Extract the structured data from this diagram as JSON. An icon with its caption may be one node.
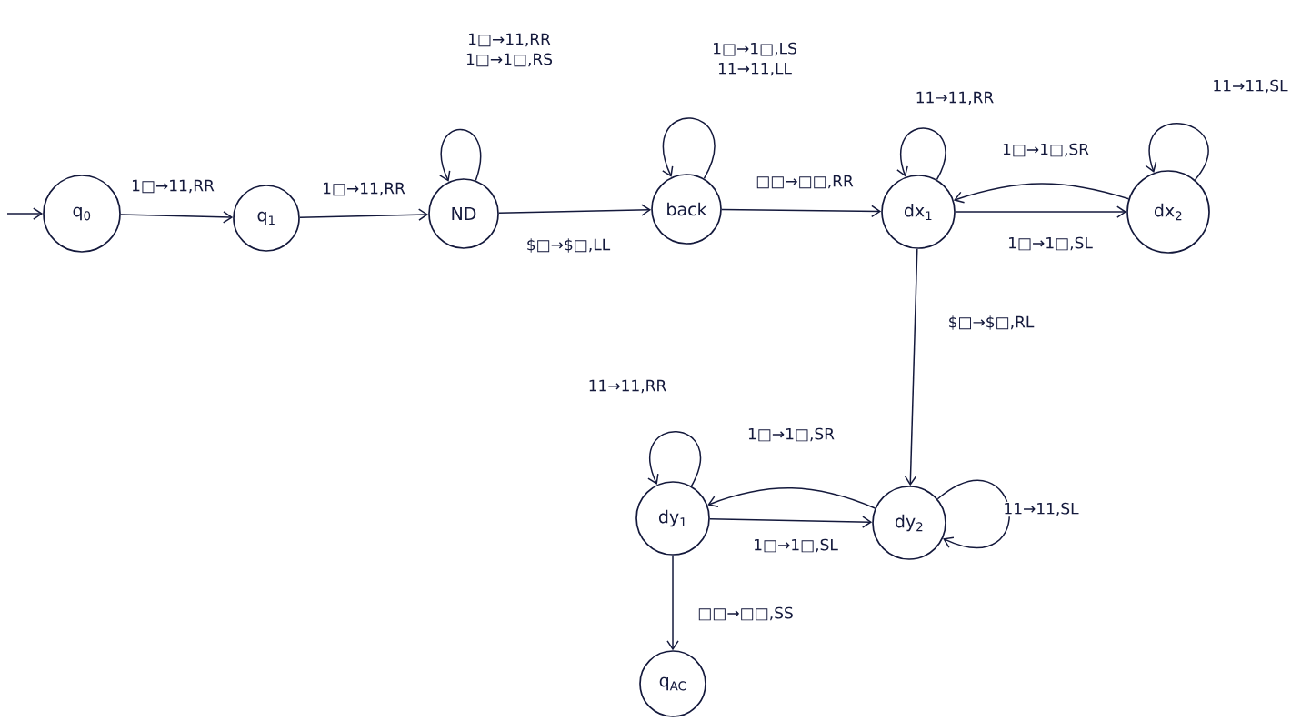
{
  "diagram": {
    "nodes": [
      {
        "text": [
          "q$_{0}$"
        ]
      },
      {
        "text": [
          "q$_{1}$"
        ]
      },
      {
        "text": [
          "ND"
        ]
      },
      {
        "text": [
          "back"
        ]
      },
      {
        "text": [
          "dx$_{1}$"
        ]
      },
      {
        "text": [
          "dx$_{2}$"
        ]
      },
      {
        "text": [
          "dy$_{1}$"
        ]
      },
      {
        "text": [
          "dy$_{2}$"
        ]
      },
      {
        "text": [
          "q$_{AC}$"
        ]
      }
    ],
    "edges": [
      {
        "from": null,
        "to": 0,
        "arrow": "to"
      },
      {
        "from": 0,
        "to": 1,
        "arrow": "to",
        "label": "1□→11,RR"
      },
      {
        "from": 1,
        "to": 2,
        "arrow": "to",
        "label": "1□→11,RR"
      },
      {
        "from": 2,
        "to": 2,
        "arrow": "to",
        "label": "1□→11,RR 1□→1□,RS"
      },
      {
        "from": 2,
        "to": 3,
        "arrow": "to",
        "label": "$□→$□,LL"
      },
      {
        "from": 3,
        "to": 3,
        "arrow": "to",
        "label": "1□→1□,LS 11→11,LL"
      },
      {
        "from": 3,
        "to": 4,
        "arrow": "to",
        "label": "□□→□□,RR"
      },
      {
        "from": 4,
        "to": 4,
        "arrow": "to",
        "label": "11→11,RR"
      },
      {
        "from": 5,
        "to": 4,
        "arrow": "to",
        "label": "1□→1□,SR"
      },
      {
        "from": 4,
        "to": 5,
        "arrow": "to",
        "label": "1□→1□,SL"
      },
      {
        "from": 5,
        "to": 5,
        "arrow": "to",
        "label": "11→11,SL"
      },
      {
        "from": 4,
        "to": 7,
        "arrow": "to",
        "label": "$□→$□,RL"
      },
      {
        "from": 6,
        "to": 6,
        "arrow": "to",
        "label": "11→11,RR"
      },
      {
        "from": 7,
        "to": 6,
        "arrow": "to",
        "label": "1□→1□,SR"
      },
      {
        "from": 6,
        "to": 7,
        "arrow": "to",
        "label": "1□→1□,SL"
      },
      {
        "from": 7,
        "to": 7,
        "arrow": "to",
        "label": "11→11,SL"
      },
      {
        "from": 6,
        "to": 8,
        "arrow": "to",
        "label": "□□→□□,SS"
      }
    ]
  }
}
